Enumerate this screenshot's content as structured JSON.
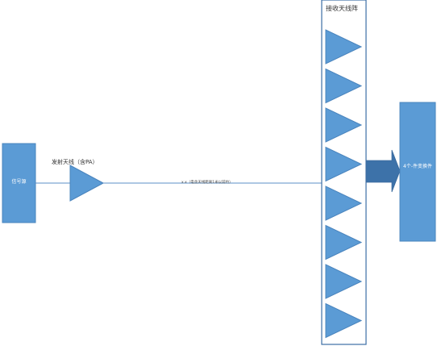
{
  "nodes": {
    "signal_source": {
      "label": "信号源"
    },
    "tx_antenna": {
      "label": "发射天线（含PA）"
    },
    "rx_array": {
      "label": "接收天线阵"
    },
    "downconverter": {
      "label": "4个-件变换件"
    }
  },
  "edges": {
    "link": {
      "label": "x.x（电含天线距离1米以前约）"
    }
  },
  "rx_elements_count": 8,
  "colors": {
    "block_fill": "#5b9bd5",
    "block_stroke": "#4a84bd",
    "array_frame": "#3d6fa5",
    "arrow_fill": "#3d72a9",
    "line": "#5b8fc7"
  }
}
